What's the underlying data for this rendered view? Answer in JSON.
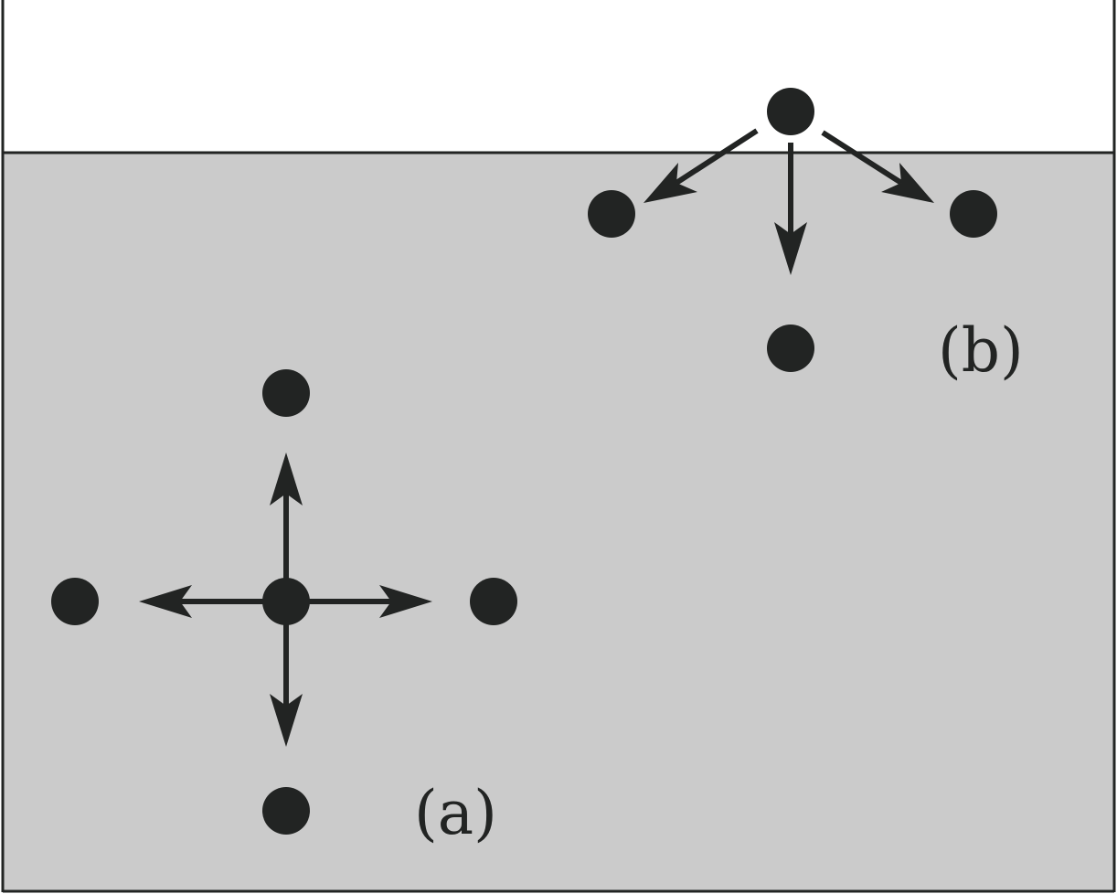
{
  "labels": {
    "a": "(a)",
    "b": "(b)"
  },
  "colors": {
    "liquid": "#cbcbcb",
    "container_outline": "#222423",
    "molecule": "#222423",
    "background": "#ffffff"
  },
  "icons": {
    "molecule": "filled-circle",
    "force": "arrow"
  }
}
